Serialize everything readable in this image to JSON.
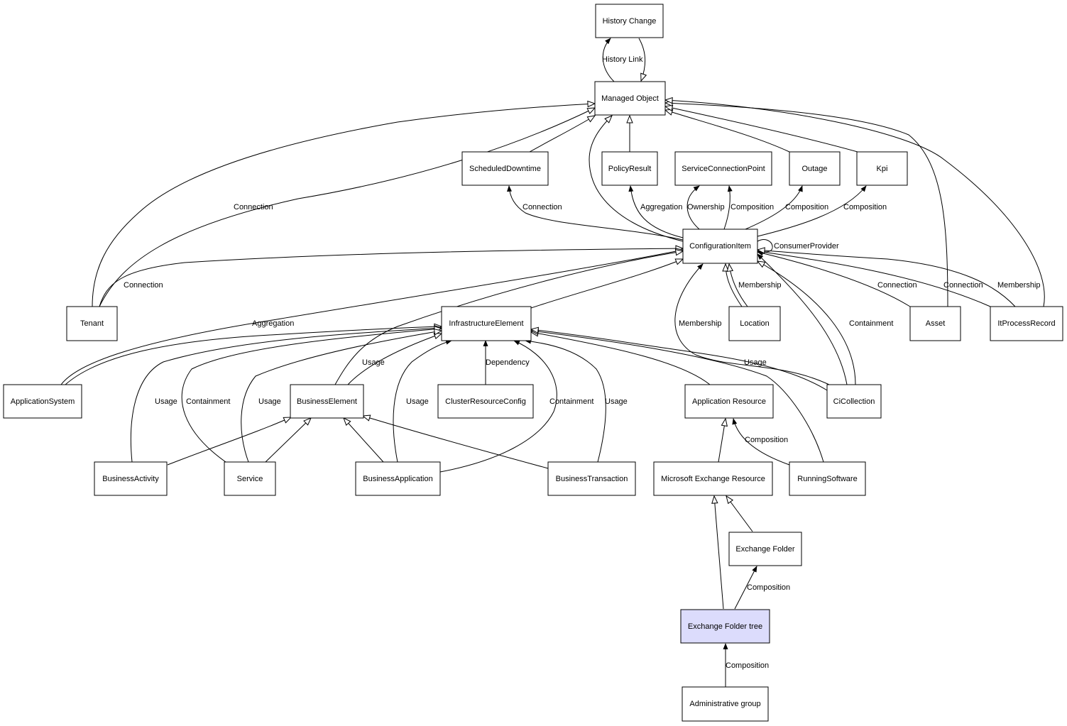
{
  "colors": {
    "highlight_node": "#dcdcfc",
    "node_fill": "#ffffff",
    "stroke": "#000000"
  },
  "nodes": {
    "history_change": "History Change",
    "managed_object": "Managed Object",
    "scheduled_downtime": "ScheduledDowntime",
    "policy_result": "PolicyResult",
    "service_connection_point": "ServiceConnectionPoint",
    "outage": "Outage",
    "kpi": "Kpi",
    "configuration_item": "ConfigurationItem",
    "tenant": "Tenant",
    "infrastructure_element": "InfrastructureElement",
    "location": "Location",
    "asset": "Asset",
    "it_process_record": "ItProcessRecord",
    "application_system": "ApplicationSystem",
    "business_element": "BusinessElement",
    "cluster_resource_config": "ClusterResourceConfig",
    "application_resource": "Application Resource",
    "ci_collection": "CiCollection",
    "business_activity": "BusinessActivity",
    "service": "Service",
    "business_application": "BusinessApplication",
    "business_transaction": "BusinessTransaction",
    "microsoft_exchange_resource": "Microsoft Exchange Resource",
    "running_software": "RunningSoftware",
    "exchange_folder": "Exchange Folder",
    "exchange_folder_tree": "Exchange Folder tree",
    "administrative_group": "Administrative group"
  },
  "edge_labels": {
    "history_link": "History Link",
    "connection_tenant_mo": "Connection",
    "connection_ci_sd": "Connection",
    "aggregation_ci_pr": "Aggregation",
    "ownership": "Ownership",
    "composition_scp": "Composition",
    "composition_outage": "Composition",
    "composition_kpi": "Composition",
    "consumer_provider": "ConsumerProvider",
    "connection_tenant_ci": "Connection",
    "membership_location": "Membership",
    "connection_asset": "Connection",
    "connection_itpr": "Connection",
    "membership_itpr": "Membership",
    "aggregation_appsys": "Aggregation",
    "membership_cicoll": "Membership",
    "containment_cicoll": "Containment",
    "usage_be_ie": "Usage",
    "dependency": "Dependency",
    "usage_cicoll_ie": "Usage",
    "usage_bact": "Usage",
    "containment_service": "Containment",
    "usage_service": "Usage",
    "usage_bapp": "Usage",
    "containment_bapp": "Containment",
    "usage_btx": "Usage",
    "composition_rs": "Composition",
    "composition_eft_ef": "Composition",
    "composition_ag": "Composition"
  }
}
